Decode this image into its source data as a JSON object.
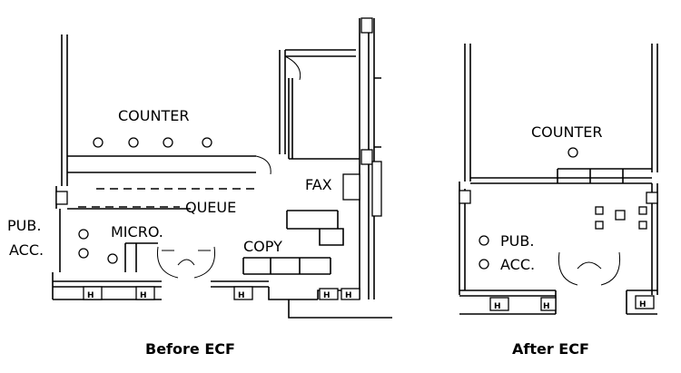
{
  "before": {
    "caption": "Before ECF",
    "labels": {
      "counter": "COUNTER",
      "queue": "QUEUE",
      "fax": "FAX",
      "pub": "PUB.",
      "acc": "ACC.",
      "micro": "MICRO.",
      "copy": "COPY"
    }
  },
  "after": {
    "caption": "After ECF",
    "labels": {
      "counter": "COUNTER",
      "pub": "PUB.",
      "acc": "ACC."
    }
  },
  "column_marker": "H",
  "icons": [
    "chair-icon",
    "column-icon",
    "door-swing-icon"
  ]
}
